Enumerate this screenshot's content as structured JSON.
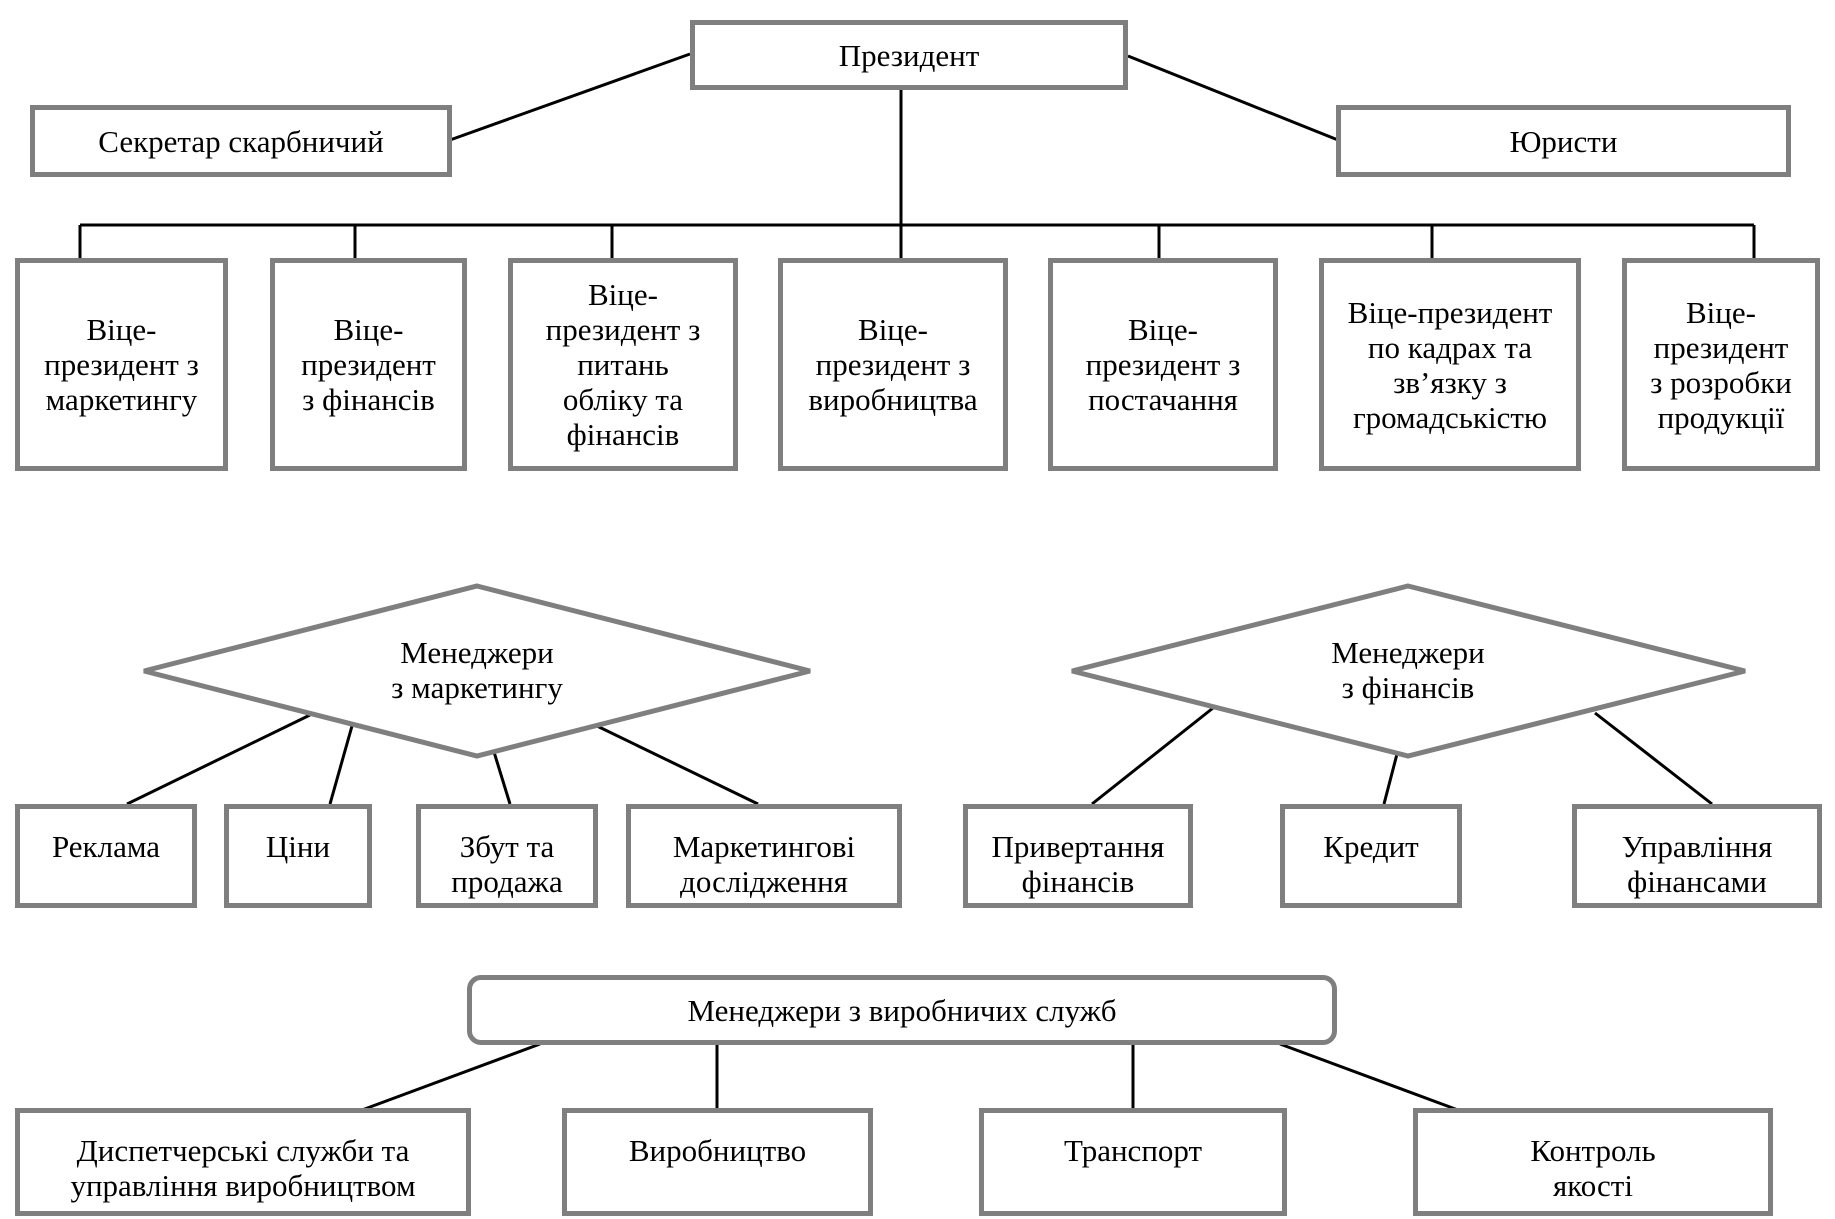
{
  "top": {
    "president": "Президент",
    "secretary": "Секретар скарбничий",
    "lawyers": "Юристи"
  },
  "vice_presidents": [
    "Віце-\nпрезидент з\nмаркетингу",
    "Віце-\nпрезидент\nз фінансів",
    "Віце-\nпрезидент з\nпитань\nобліку та\nфінансів",
    "Віце-\nпрезидент з\nвиробництва",
    "Віце-\nпрезидент з\nпостачання",
    "Віце-президент\nпо кадрах та\nзв’язку з\nгромадськістю",
    "Віце-\nпрезидент\nз розробки\nпродукції"
  ],
  "marketing": {
    "label": "Менеджери\nз маркетингу",
    "items": [
      "Реклама",
      "Ціни",
      "Збут та\nпродажа",
      "Маркетингові\nдослідження"
    ]
  },
  "finance": {
    "label": "Менеджери\nз фінансів",
    "items": [
      "Привертання\nфінансів",
      "Кредит",
      "Управління\nфінансами"
    ]
  },
  "production": {
    "label": "Менеджери з виробничих служб",
    "items": [
      "Диспетчерські служби та\nуправління виробництвом",
      "Виробництво",
      "Транспорт",
      "Контроль\nякості"
    ]
  }
}
